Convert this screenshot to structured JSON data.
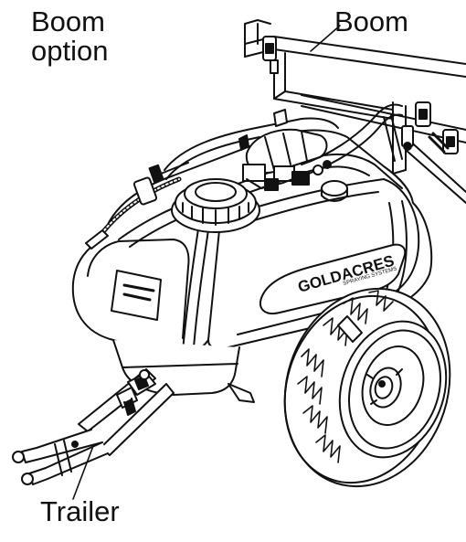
{
  "callouts": {
    "boom_option": "Boom option",
    "boom": "Boom",
    "trailer": "Trailer"
  },
  "tank": {
    "brand": "GOLDACRES",
    "brand_sub": "SPRAYING SYSTEMS"
  },
  "colors": {
    "line": "#111111",
    "background": "#ffffff",
    "label_panel": "#d9d9d9"
  },
  "icons": {
    "tank": "spray-tank-drawing",
    "wheel": "tyre-wheel-drawing",
    "boom": "boom-frame-drawing",
    "drawbar": "trailer-drawbar-drawing"
  }
}
